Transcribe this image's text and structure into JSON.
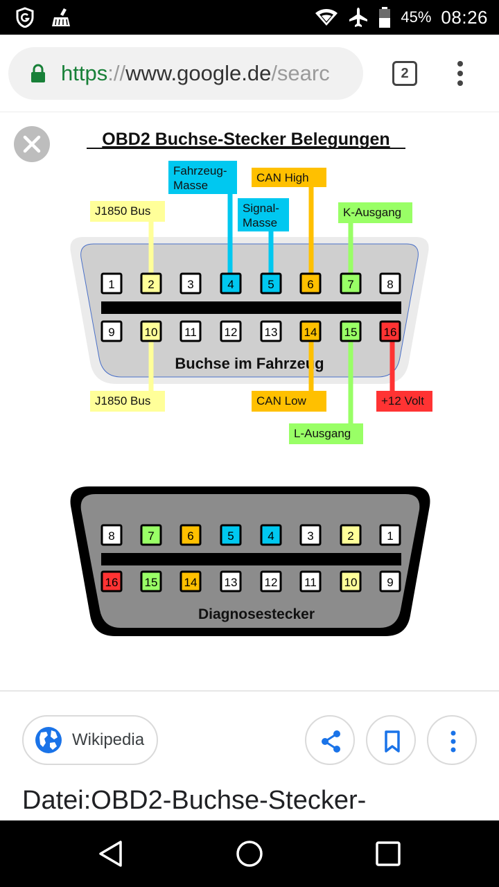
{
  "status_bar": {
    "battery_percent": "45%",
    "time": "08:26",
    "icons": [
      "shield-g-icon",
      "cleaner-broom-icon",
      "wifi-icon",
      "airplane-mode-icon",
      "battery-icon"
    ]
  },
  "browser": {
    "url_scheme": "https",
    "url_separator": "://",
    "url_host": "www.google.de",
    "url_tail": "/searc",
    "tab_count": "2"
  },
  "figure": {
    "title": "OBD2 Buchse-Stecker Belegungen",
    "socket_label": "Buchse im Fahrzeug",
    "plug_label": "Diagnosestecker",
    "socket_top_pins": [
      {
        "num": "1",
        "color": "#ffffff"
      },
      {
        "num": "2",
        "color": "#ffff99"
      },
      {
        "num": "3",
        "color": "#ffffff"
      },
      {
        "num": "4",
        "color": "#00c8f0"
      },
      {
        "num": "5",
        "color": "#00c8f0"
      },
      {
        "num": "6",
        "color": "#ffc000"
      },
      {
        "num": "7",
        "color": "#99ff66"
      },
      {
        "num": "8",
        "color": "#ffffff"
      }
    ],
    "socket_bottom_pins": [
      {
        "num": "9",
        "color": "#ffffff"
      },
      {
        "num": "10",
        "color": "#ffff99"
      },
      {
        "num": "11",
        "color": "#ffffff"
      },
      {
        "num": "12",
        "color": "#ffffff"
      },
      {
        "num": "13",
        "color": "#ffffff"
      },
      {
        "num": "14",
        "color": "#ffc000"
      },
      {
        "num": "15",
        "color": "#99ff66"
      },
      {
        "num": "16",
        "color": "#ff3333"
      }
    ],
    "plug_top_pins": [
      {
        "num": "8",
        "color": "#ffffff"
      },
      {
        "num": "7",
        "color": "#99ff66"
      },
      {
        "num": "6",
        "color": "#ffc000"
      },
      {
        "num": "5",
        "color": "#00c8f0"
      },
      {
        "num": "4",
        "color": "#00c8f0"
      },
      {
        "num": "3",
        "color": "#ffffff"
      },
      {
        "num": "2",
        "color": "#ffff99"
      },
      {
        "num": "1",
        "color": "#ffffff"
      }
    ],
    "plug_bottom_pins": [
      {
        "num": "16",
        "color": "#ff3333"
      },
      {
        "num": "15",
        "color": "#99ff66"
      },
      {
        "num": "14",
        "color": "#ffc000"
      },
      {
        "num": "13",
        "color": "#ffffff"
      },
      {
        "num": "12",
        "color": "#ffffff"
      },
      {
        "num": "11",
        "color": "#ffffff"
      },
      {
        "num": "10",
        "color": "#ffff99"
      },
      {
        "num": "9",
        "color": "#ffffff"
      }
    ],
    "labels": [
      {
        "pin": "4",
        "lines": [
          "Fahrzeug-",
          "Masse"
        ],
        "color": "#00c8f0"
      },
      {
        "pin": "6",
        "lines": [
          "CAN High"
        ],
        "color": "#ffc000"
      },
      {
        "pin": "2",
        "lines": [
          "J1850 Bus"
        ],
        "color": "#ffff99"
      },
      {
        "pin": "5",
        "lines": [
          "Signal-",
          "Masse"
        ],
        "color": "#00c8f0"
      },
      {
        "pin": "7",
        "lines": [
          "K-Ausgang"
        ],
        "color": "#99ff66"
      },
      {
        "pin": "10",
        "lines": [
          "J1850 Bus"
        ],
        "color": "#ffff99"
      },
      {
        "pin": "14",
        "lines": [
          "CAN Low"
        ],
        "color": "#ffc000"
      },
      {
        "pin": "16",
        "lines": [
          "+12 Volt"
        ],
        "color": "#ff3333"
      },
      {
        "pin": "15",
        "lines": [
          "L-Ausgang"
        ],
        "color": "#99ff66"
      }
    ]
  },
  "info": {
    "source": "Wikipedia",
    "title": "Datei:OBD2-Buchse-Stecker-"
  }
}
